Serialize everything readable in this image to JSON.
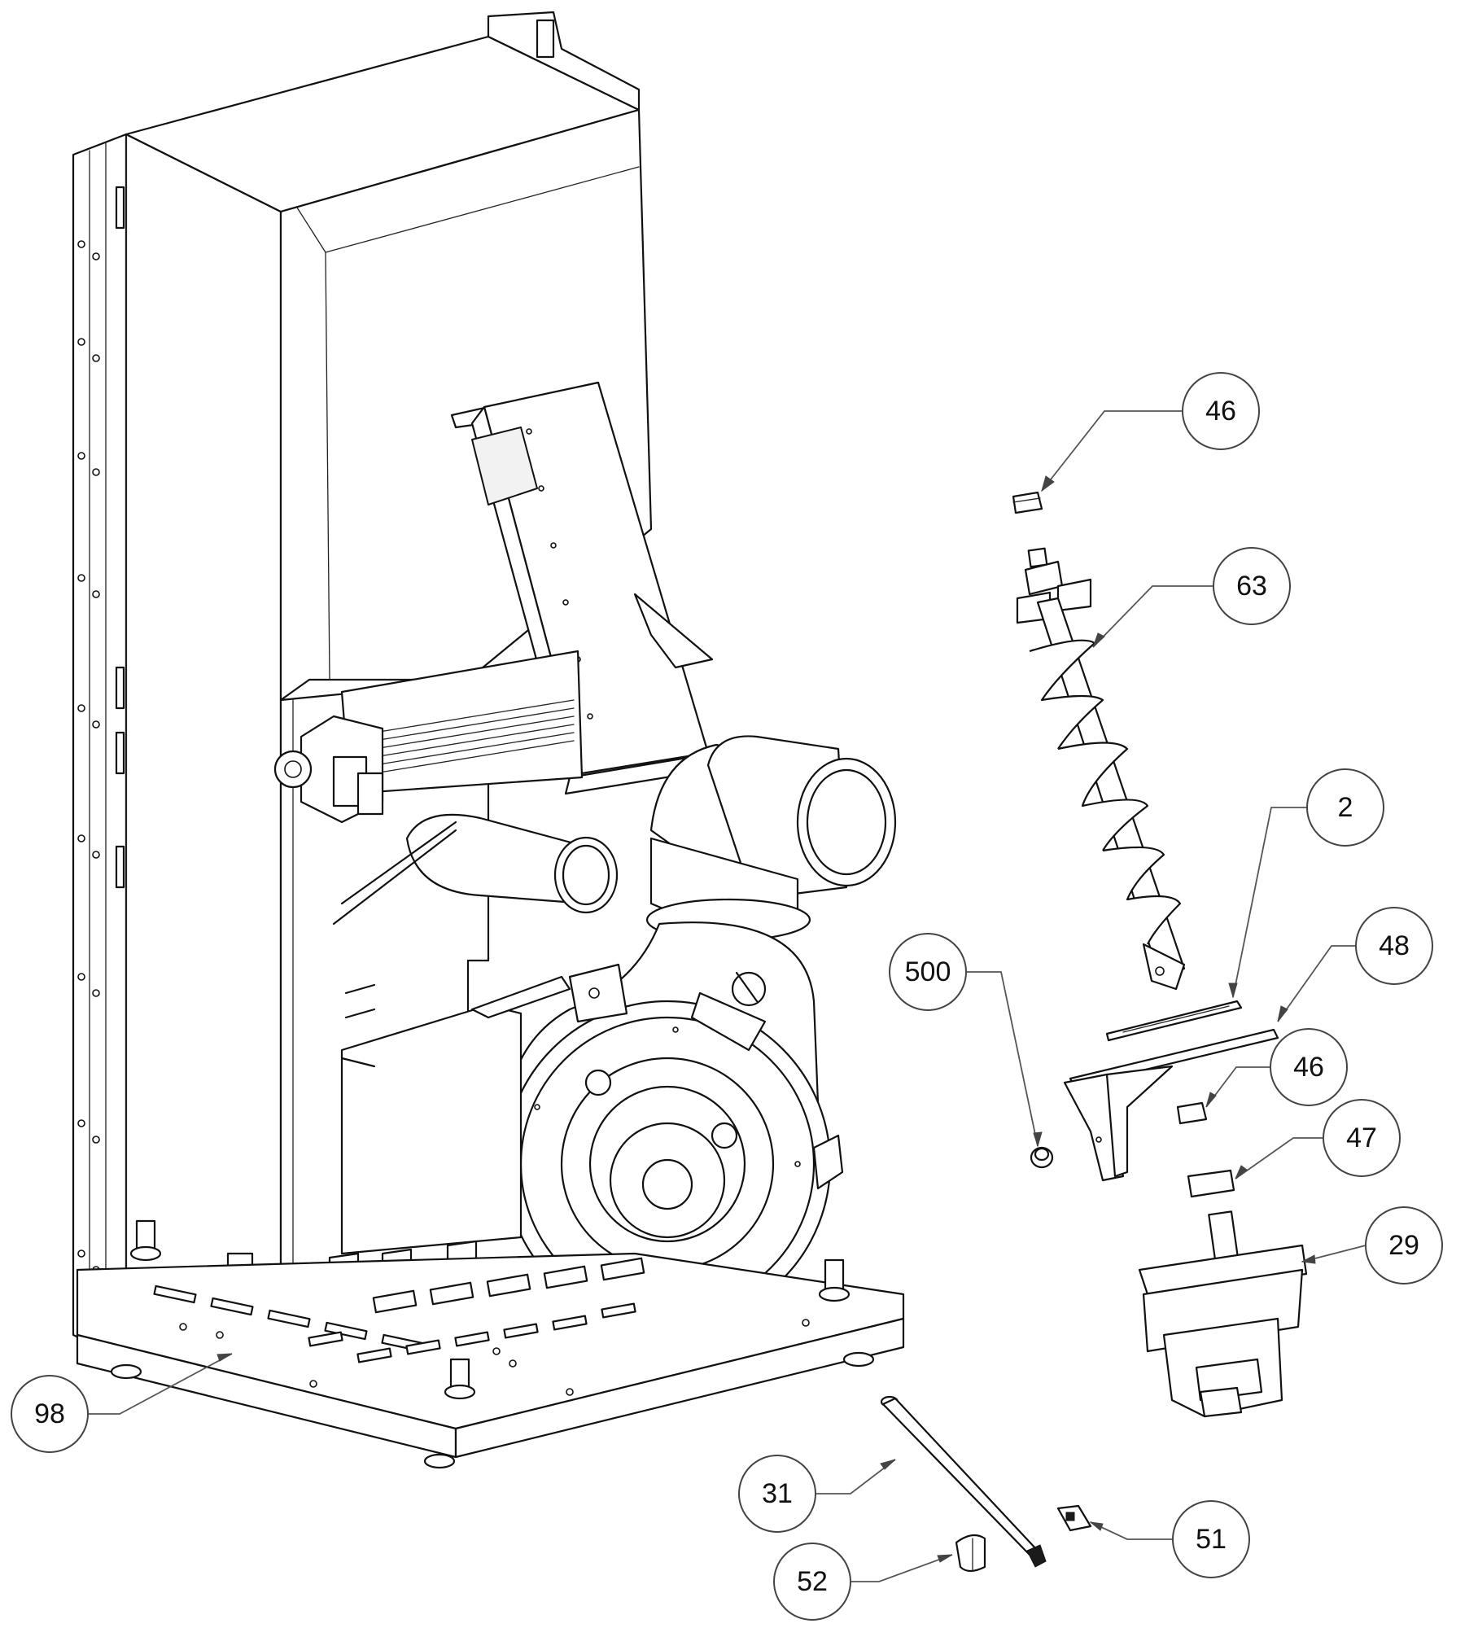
{
  "callouts": [
    {
      "id": "callout-46-top",
      "label": "46",
      "part": "bushing-top"
    },
    {
      "id": "callout-63",
      "label": "63",
      "part": "auger-screw"
    },
    {
      "id": "callout-2",
      "label": "2",
      "part": "gasket"
    },
    {
      "id": "callout-48",
      "label": "48",
      "part": "motor-plate"
    },
    {
      "id": "callout-500",
      "label": "500",
      "part": "plug"
    },
    {
      "id": "callout-46-mid",
      "label": "46",
      "part": "bushing-bottom"
    },
    {
      "id": "callout-47",
      "label": "47",
      "part": "coupling"
    },
    {
      "id": "callout-29",
      "label": "29",
      "part": "gear-motor"
    },
    {
      "id": "callout-98",
      "label": "98",
      "part": "base-frame"
    },
    {
      "id": "callout-31",
      "label": "31",
      "part": "rod"
    },
    {
      "id": "callout-51",
      "label": "51",
      "part": "clip"
    },
    {
      "id": "callout-52",
      "label": "52",
      "part": "sleeve"
    }
  ],
  "colors": {
    "line": "#111111",
    "leader": "#555555",
    "background": "#ffffff"
  }
}
